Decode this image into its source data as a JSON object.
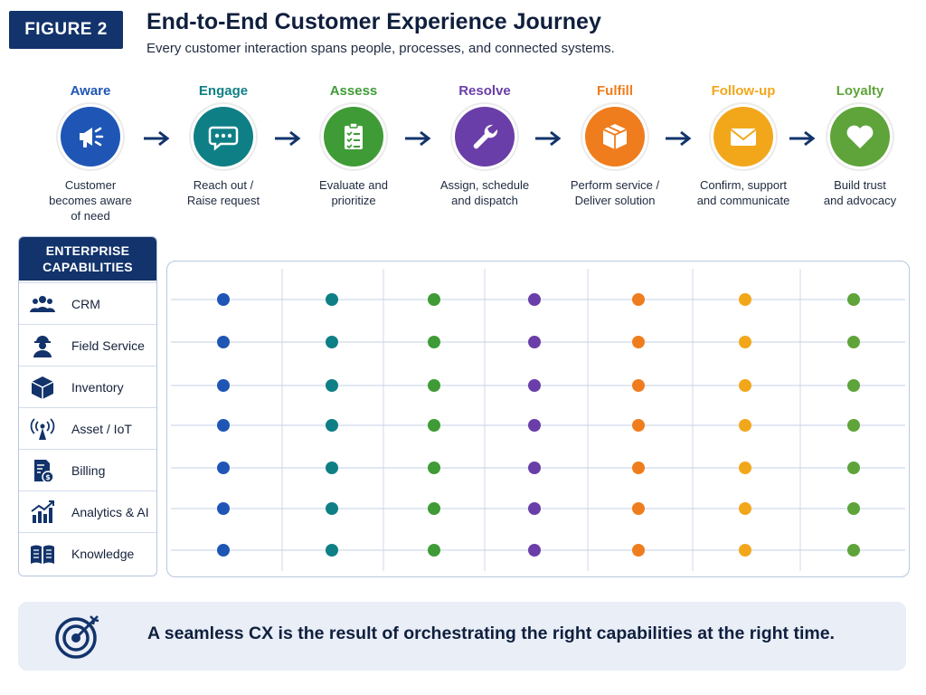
{
  "figure_label": "FIGURE 2",
  "title": "End-to-End Customer Experience Journey",
  "subtitle": "Every customer interaction spans people, processes, and connected systems.",
  "stages": [
    {
      "name": "Aware",
      "desc_lines": [
        "Customer",
        "becomes aware",
        "of need"
      ],
      "color": "#1f56b5",
      "icon": "megaphone-icon"
    },
    {
      "name": "Engage",
      "desc_lines": [
        "Reach out /",
        "Raise request"
      ],
      "color": "#0f7f86",
      "icon": "chat-bubble-icon"
    },
    {
      "name": "Assess",
      "desc_lines": [
        "Evaluate and",
        "prioritize"
      ],
      "color": "#3f9b36",
      "icon": "clipboard-checklist-icon"
    },
    {
      "name": "Resolve",
      "desc_lines": [
        "Assign, schedule",
        "and dispatch"
      ],
      "color": "#6a3ea8",
      "icon": "wrench-icon"
    },
    {
      "name": "Fulfill",
      "desc_lines": [
        "Perform service /",
        "Deliver solution"
      ],
      "color": "#ef7d1d",
      "icon": "package-box-icon"
    },
    {
      "name": "Follow-up",
      "desc_lines": [
        "Confirm, support",
        "and communicate"
      ],
      "color": "#f2a71b",
      "icon": "envelope-icon"
    },
    {
      "name": "Loyalty",
      "desc_lines": [
        "Build trust",
        "and advocacy"
      ],
      "color": "#5ea43a",
      "icon": "heart-icon"
    }
  ],
  "capabilities_header": "ENTERPRISE CAPABILITIES",
  "capabilities": [
    {
      "label": "CRM",
      "icon": "people-group-icon"
    },
    {
      "label": "Field Service",
      "icon": "technician-icon"
    },
    {
      "label": "Inventory",
      "icon": "box-icon"
    },
    {
      "label": "Asset / IoT",
      "icon": "antenna-signal-icon"
    },
    {
      "label": "Billing",
      "icon": "invoice-dollar-icon"
    },
    {
      "label": "Analytics & AI",
      "icon": "analytics-chart-icon"
    },
    {
      "label": "Knowledge",
      "icon": "open-book-icon"
    }
  ],
  "banner": {
    "text": "A seamless CX is the result of orchestrating the right capabilities at the right time.",
    "icon": "target-arrow-icon"
  },
  "colors": {
    "navy": "#12336b",
    "grid_line": "#cfd9ea"
  }
}
